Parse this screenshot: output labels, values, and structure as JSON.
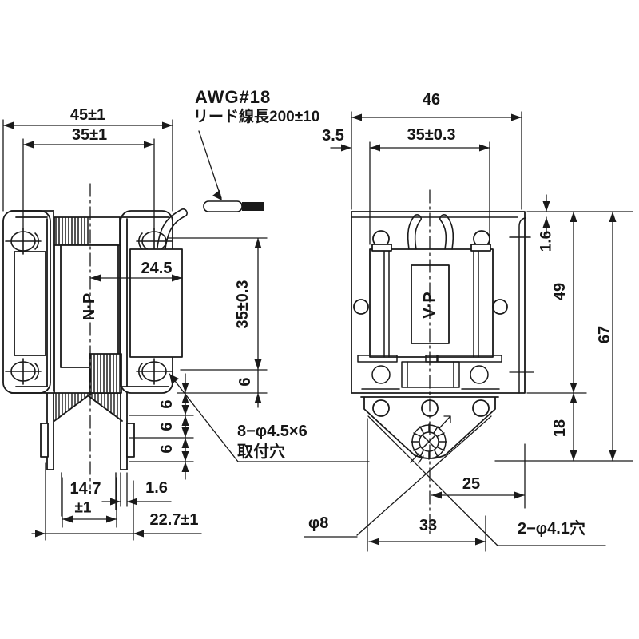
{
  "drawing_type": "transformer dimensional drawing",
  "colors": {
    "line": "#1a1a1a",
    "background": "#ffffff"
  },
  "annotations": {
    "lead_wire_line1": "AWG#18",
    "lead_wire_line2": "リード線長200±10",
    "mount_hole_line1": "8−φ4.5×6",
    "mount_hole_line2": "取付穴",
    "grommet_label": "φ8",
    "bottom_hole_label": "2−φ4.1穴"
  },
  "left_view": {
    "core_marking": "N·P",
    "dims": {
      "overall_width": "45±1",
      "mount_pitch": "35±1",
      "coil_width": "24.5",
      "mount_pitch_v": "35±0.3",
      "step": "6",
      "foot_inner": "14.7",
      "foot_inner_tol": "±1",
      "plate_thickness": "1.6",
      "foot_span": "22.7±1"
    }
  },
  "right_view": {
    "core_marking": "V·P",
    "dims": {
      "overall_width": "46",
      "coil_pitch": "35±0.3",
      "edge_offset": "3.5",
      "plate_thickness": "1.6",
      "body_height": "49",
      "overall_height": "67",
      "bracket_height": "18",
      "hole_offset": "25",
      "bracket_width": "33"
    }
  }
}
